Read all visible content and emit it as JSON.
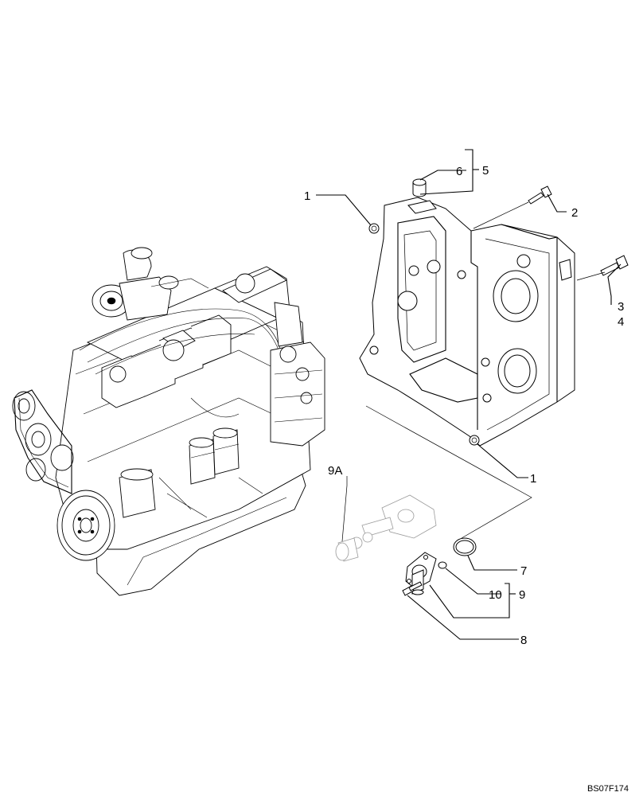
{
  "diagram": {
    "callouts": {
      "c1_top": "1",
      "c2": "2",
      "c3": "3",
      "c4": "4",
      "c5": "5",
      "c6": "6",
      "c1_bottom": "1",
      "c9a": "9A",
      "c7": "7",
      "c10": "10",
      "c9": "9",
      "c8": "8"
    },
    "document_code": "BS07F174"
  }
}
